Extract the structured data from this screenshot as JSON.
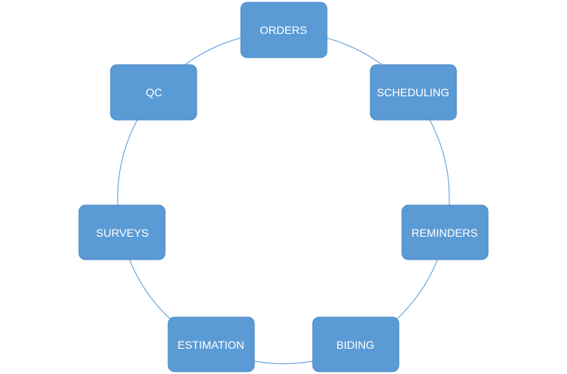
{
  "diagram": {
    "type": "cycle",
    "colors": {
      "node_fill": "#5b9bd5",
      "node_text": "#ffffff",
      "connector": "#5b9bd5"
    },
    "nodes": [
      {
        "label": "ORDERS"
      },
      {
        "label": "SCHEDULING"
      },
      {
        "label": "REMINDERS"
      },
      {
        "label": "BIDING"
      },
      {
        "label": "ESTIMATION"
      },
      {
        "label": "SURVEYS"
      },
      {
        "label": "QC"
      }
    ]
  }
}
